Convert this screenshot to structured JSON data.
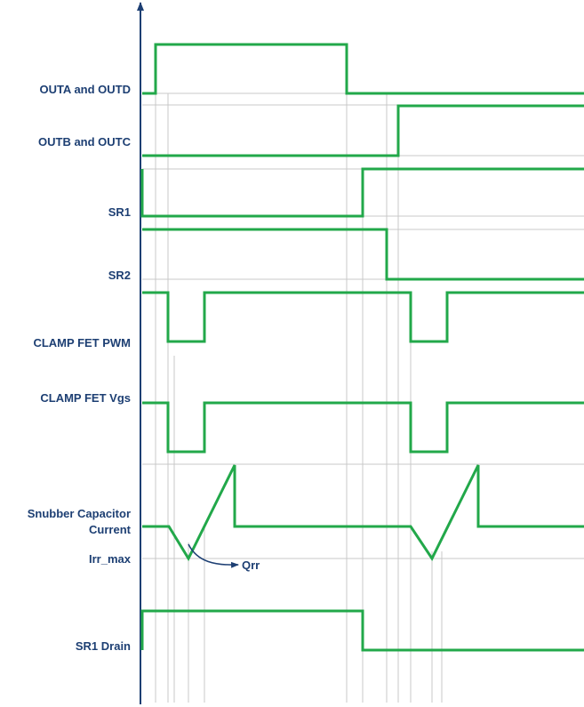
{
  "labels": {
    "outa_outd": "OUTA and OUTD",
    "outb_outc": "OUTB and OUTC",
    "sr1": "SR1",
    "sr2": "SR2",
    "clamp_pwm": "CLAMP FET PWM",
    "clamp_vgs": "CLAMP FET Vgs",
    "snubber_line1": "Snubber Capacitor",
    "snubber_line2": "Current",
    "irr_max": "Irr_max",
    "qrr": "Qrr",
    "sr1_drain": "SR1 Drain"
  },
  "colors": {
    "waveform": "#22a84a",
    "axis": "#1d3f73",
    "label": "#1d3f73",
    "gridline": "#c8c8c8"
  }
}
